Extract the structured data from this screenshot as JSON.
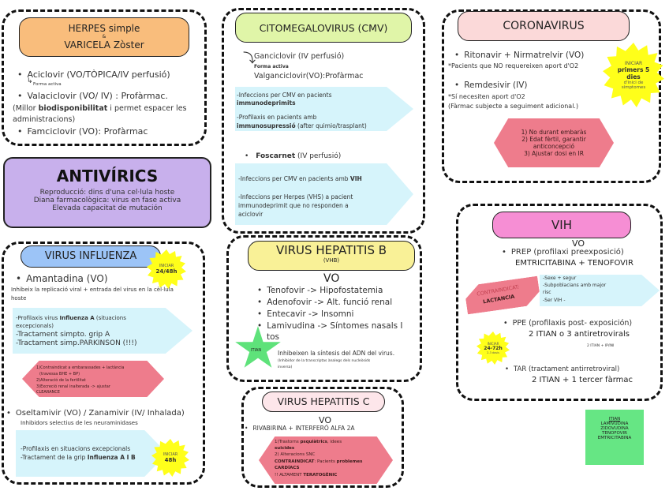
{
  "herpes": {
    "title_line1": "HERPES simple",
    "title_amp": "&",
    "title_line2": "VARICELA Zòster",
    "aciclovir": "Aciclovir (VO/TÒPICA/IV perfusió)",
    "forma_activa": "Forma activa",
    "valaciclovir": "Valaciclovir (VO/ IV) : Profàrmac.",
    "note_pre": "(Millor ",
    "note_bold": "biodisponibilitat",
    "note_post": " i permet espacer les",
    "note_line2": "administracions)",
    "famciclovir": "Famciclovir (VO): Profàrmac"
  },
  "antivirics": {
    "title": "ANTIVÍRICS",
    "line1": "Reproducció: dins d'una cel·lula hoste",
    "line2": "Diana farmacològica: virus en fase activa",
    "line3": "Elevada capacitat de mutación"
  },
  "influenza": {
    "title": "VIRUS INFLUENZA",
    "badge1_small": "INICIAR",
    "badge1_big": "24/48h",
    "amantadina": "Amantadina (VO)",
    "amantadina_desc1": "Inhibeix la replicació viral + entrada del virus en la cèl·lula",
    "amantadina_desc2": "hoste",
    "box1_l1_pre": "-Profilaxis virus ",
    "box1_l1_bold": "Influenza A",
    "box1_l1_post": " (situacions",
    "box1_l2": "excepcionals)",
    "box1_l3": "-Tractament simpto. grip A",
    "box1_l4": "-Tractament simp.PARKINSON (!!!)",
    "hex_l1": "1)Contraindicat a embarassades + lactància",
    "hex_l2": "(travessa BHE + BP)",
    "hex_l3": "2)Alteració de la fertilitat",
    "hex_l4": "3)Excreció renal inalterada -> ajustar",
    "hex_l5": "CLEARANCE",
    "oseltamivir": "Oseltamivir (VO) / Zanamivir (IV/ Inhalada)",
    "oseltamivir_desc": "Inhibidors selectius de les neuraminidases",
    "box2_l1": "-Profilaxis en situacions excepcionals",
    "box2_l2_pre": "-Tractament de la grip ",
    "box2_l2_bold": "Influenza A I B",
    "badge2_small": "INICIAR",
    "badge2_big": "48h"
  },
  "cmv": {
    "title": "CITOMEGALOVIRUS (CMV)",
    "ganciclovir": "Ganciclovir (IV perfusió)",
    "forma_activa": "Forma activa",
    "valganciclovir": "Valganciclovir(VO):Profàrmac",
    "box1_l1": "-Infeccions per CMV en pacients",
    "box1_l2": "immunodeprimits",
    "box1_l3": "-Profilaxis en pacients amb",
    "box1_l4_bold": "immunosupressió",
    "box1_l4_post": " (after quimio/trasplant)",
    "foscarnet_bold": "Foscarnet",
    "foscarnet_post": " (IV perfusió)",
    "box2_l1_pre": "-Infeccions per CMV en pacients amb ",
    "box2_l1_bold": "VIH",
    "box2_l2": "-Infeccions per Herpes (VHS) a pacient",
    "box2_l3": "immunodeprimit que no responden a",
    "box2_l4": "aciclovir"
  },
  "hepb": {
    "title": "VIRUS HEPATITIS B",
    "subtitle": "(VHB)",
    "route": "VO",
    "items": [
      "Tenofovir -> Hipofostatemia",
      "Adenofovir -> Alt. funció renal",
      "Entecavir -> Insomni",
      "Lamivudina -> Síntomes nasals I"
    ],
    "item4_cont": "tos",
    "star_label": "ITIAN",
    "desc1": "Inhibeixen la síntesis del ADN del virus.",
    "desc2": "(Inhibidor de la transcriptas ànalegs dels nucleòsids",
    "desc3": "inversa)"
  },
  "hepc": {
    "title": "VIRUS HEPATITIS C",
    "route": "VO",
    "drug": "RIVABIRINA + INTERFERÓ ALFA 2A",
    "hex_l1_pre": "1)Trastorns ",
    "hex_l1_bold": "psquiàtrics",
    "hex_l1_post": ", idees",
    "hex_l2_bold": "suicides",
    "hex_l3": "2) Alteracions SNC",
    "hex_l4_bold": "CONTRAINDICAT",
    "hex_l4_mid": ": Pacients ",
    "hex_l4_bold2": "problemes",
    "hex_l5_bold": "CARDÍACS",
    "hex_l6_pre": "!! ALTAMENT ",
    "hex_l6_bold": "TERATOGÈNIC"
  },
  "coronavirus": {
    "title": "CORONAVIRUS",
    "ritonavir": "Ritonavir + Nirmatrelvir (VO)",
    "ritonavir_note": "*Pacients que NO requereixen aport d'O2",
    "remdesivir": "Remdesivir (IV)",
    "remdesivir_note1": "*Sí necesiten aport d'O2",
    "remdesivir_note2": "(Fàrmac subjecte a seguiment adicional.)",
    "badge_small": "INICIAR",
    "badge_big1": "primers 5",
    "badge_big2": "dies",
    "badge_sub1": "d'inici de",
    "badge_sub2": "símptomes",
    "hex_l1": "1) No durant embaràs",
    "hex_l2": "2) Edat fèrtil, garantir",
    "hex_l3": "anticoncepció",
    "hex_l4": "3) Ajustar dosi en IR"
  },
  "vih": {
    "title": "VIH",
    "route": "VO",
    "prep": "PREP (profilaxi preexposició)",
    "prep_drugs": "EMTRICITABINA + TENOFOVIR",
    "contra_l1": "CONTRAINDICAT:",
    "contra_l2": "LACTANCIA",
    "box_l1": "-Sexe + segur",
    "box_l2": "-Subpoblacians amb major",
    "box_l3": "risc",
    "box_l4": "-Ser VIH -",
    "ppe": "PPE (profilaxis post- exposición)",
    "ppe_drugs": "2 ITIAN o 3 antiretrovirals",
    "ppe_small": "2 ITIAN + IP/INI",
    "badge_small": "INICIAR",
    "badge_big": "24-72h",
    "badge_sub": "2-3 dosis",
    "tar": "TAR (tractament antirretroviral)",
    "tar_drugs": "2 ITIAN + 1 tercer fàrmac"
  },
  "itian_box": {
    "title": "ITIAN",
    "items": [
      "LAMIVUDINA",
      "ZIDOVUDINA",
      "TENOFOVIR",
      "EMTRICITABINA"
    ]
  }
}
